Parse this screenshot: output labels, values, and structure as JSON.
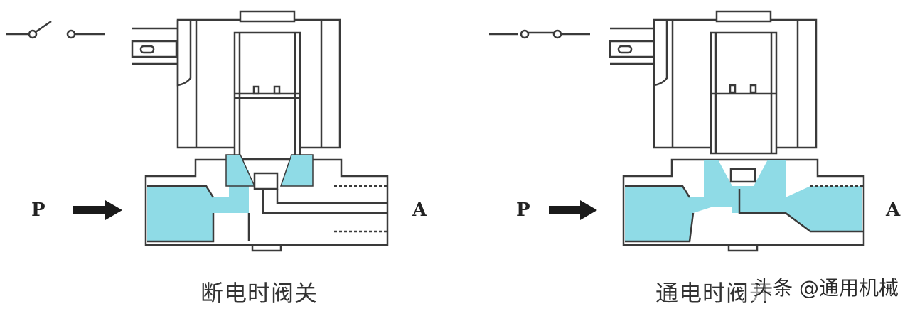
{
  "panels": [
    {
      "id": "off",
      "inlet_label": "P",
      "outlet_label": "A",
      "caption": "断电时阀关",
      "valve_open": false,
      "switch_closed": false
    },
    {
      "id": "on",
      "inlet_label": "P",
      "outlet_label": "A",
      "caption": "通电时阀开",
      "valve_open": true,
      "switch_closed": true
    }
  ],
  "watermark": "头条 @通用机械",
  "colors": {
    "fluid": "#8fdbe6",
    "line": "#3a3a3a",
    "arrow": "#1a1a1a"
  }
}
